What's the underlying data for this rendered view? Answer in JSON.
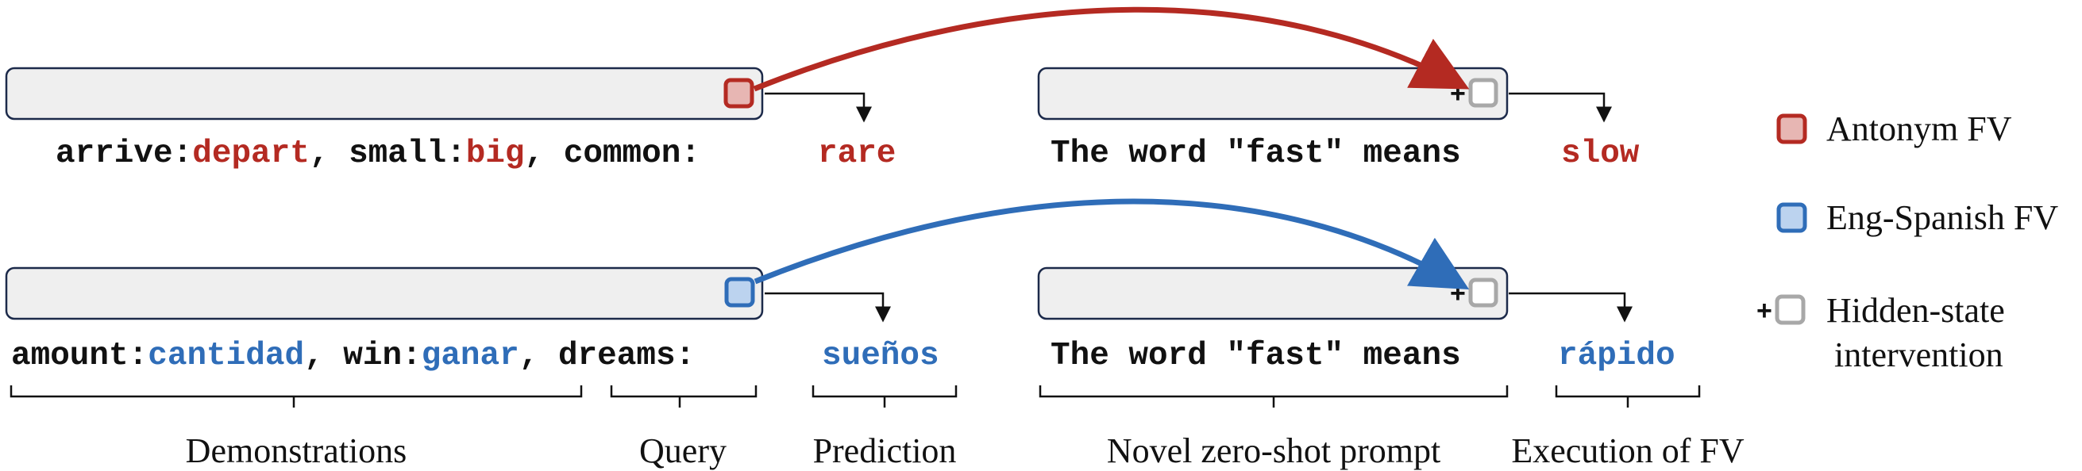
{
  "colors": {
    "antonym": "#b42a22",
    "antonym_fill": "#e7b6b3",
    "spanish": "#2f6db8",
    "spanish_fill": "#bcd3ef",
    "hidden": "#a8a8a8",
    "black": "#111111"
  },
  "row1": {
    "prompt": [
      {
        "text": "arrive",
        "tone": "black"
      },
      {
        "text": ":",
        "tone": "black"
      },
      {
        "text": "depart",
        "tone": "antonym"
      },
      {
        "text": ", small",
        "tone": "black"
      },
      {
        "text": ":",
        "tone": "black"
      },
      {
        "text": "big",
        "tone": "antonym"
      },
      {
        "text": ", common:",
        "tone": "black"
      }
    ],
    "prediction": "rare",
    "zero_shot": "The word \"fast\" means",
    "output": "slow"
  },
  "row2": {
    "prompt": [
      {
        "text": "amount",
        "tone": "black"
      },
      {
        "text": ":",
        "tone": "black"
      },
      {
        "text": "cantidad",
        "tone": "spanish"
      },
      {
        "text": ", win",
        "tone": "black"
      },
      {
        "text": ":",
        "tone": "black"
      },
      {
        "text": "ganar",
        "tone": "spanish"
      },
      {
        "text": ", dreams:",
        "tone": "black"
      }
    ],
    "prediction": "sueños",
    "zero_shot": "The word \"fast\" means",
    "output": "rápido"
  },
  "labels": {
    "demonstrations": "Demonstrations",
    "query": "Query",
    "prediction": "Prediction",
    "novel_prompt": "Novel zero-shot prompt",
    "execution": "Execution of FV"
  },
  "legend": {
    "antonym": "Antonym FV",
    "spanish": "Eng-Spanish FV",
    "hidden_line1": "Hidden-state",
    "hidden_line2": "intervention"
  },
  "plus": "+"
}
